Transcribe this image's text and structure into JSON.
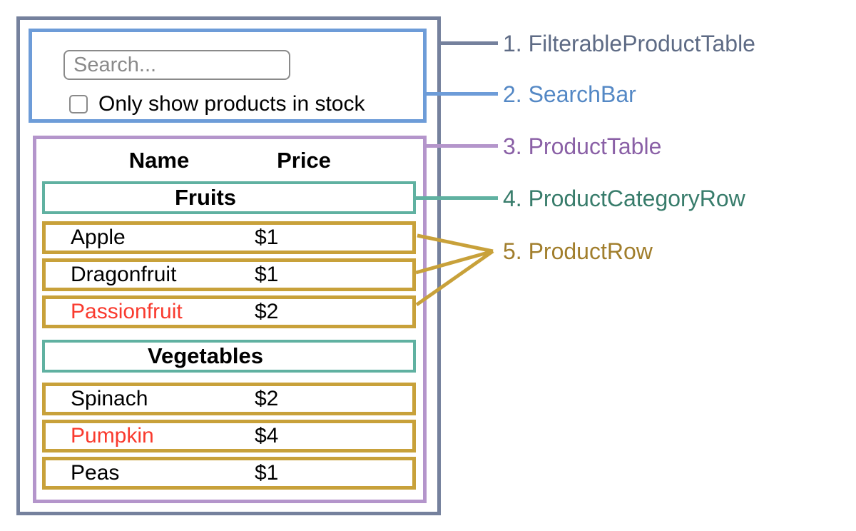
{
  "legend": {
    "items": [
      {
        "label": "1. FilterableProductTable"
      },
      {
        "label": "2. SearchBar"
      },
      {
        "label": "3. ProductTable"
      },
      {
        "label": "4. ProductCategoryRow"
      },
      {
        "label": "5. ProductRow"
      }
    ]
  },
  "search_bar": {
    "placeholder": "Search...",
    "checkbox_label": "Only show products in stock",
    "checkbox_checked": false
  },
  "product_table": {
    "headers": {
      "name": "Name",
      "price": "Price"
    },
    "sections": [
      {
        "category": "Fruits",
        "rows": [
          {
            "name": "Apple",
            "price": "$1",
            "out_of_stock": false
          },
          {
            "name": "Dragonfruit",
            "price": "$1",
            "out_of_stock": false
          },
          {
            "name": "Passionfruit",
            "price": "$2",
            "out_of_stock": true
          }
        ]
      },
      {
        "category": "Vegetables",
        "rows": [
          {
            "name": "Spinach",
            "price": "$2",
            "out_of_stock": false
          },
          {
            "name": "Pumpkin",
            "price": "$4",
            "out_of_stock": true
          },
          {
            "name": "Peas",
            "price": "$1",
            "out_of_stock": false
          }
        ]
      }
    ]
  },
  "colors": {
    "filterable_product_table_accent": "#75819d",
    "search_bar_accent": "#6d9cd8",
    "product_table_accent": "#b495cb",
    "product_category_row_accent": "#60b1a1",
    "product_row_accent": "#c8a13a",
    "out_of_stock_text": "#f93a2e",
    "control_border": "#8a8a8a"
  }
}
